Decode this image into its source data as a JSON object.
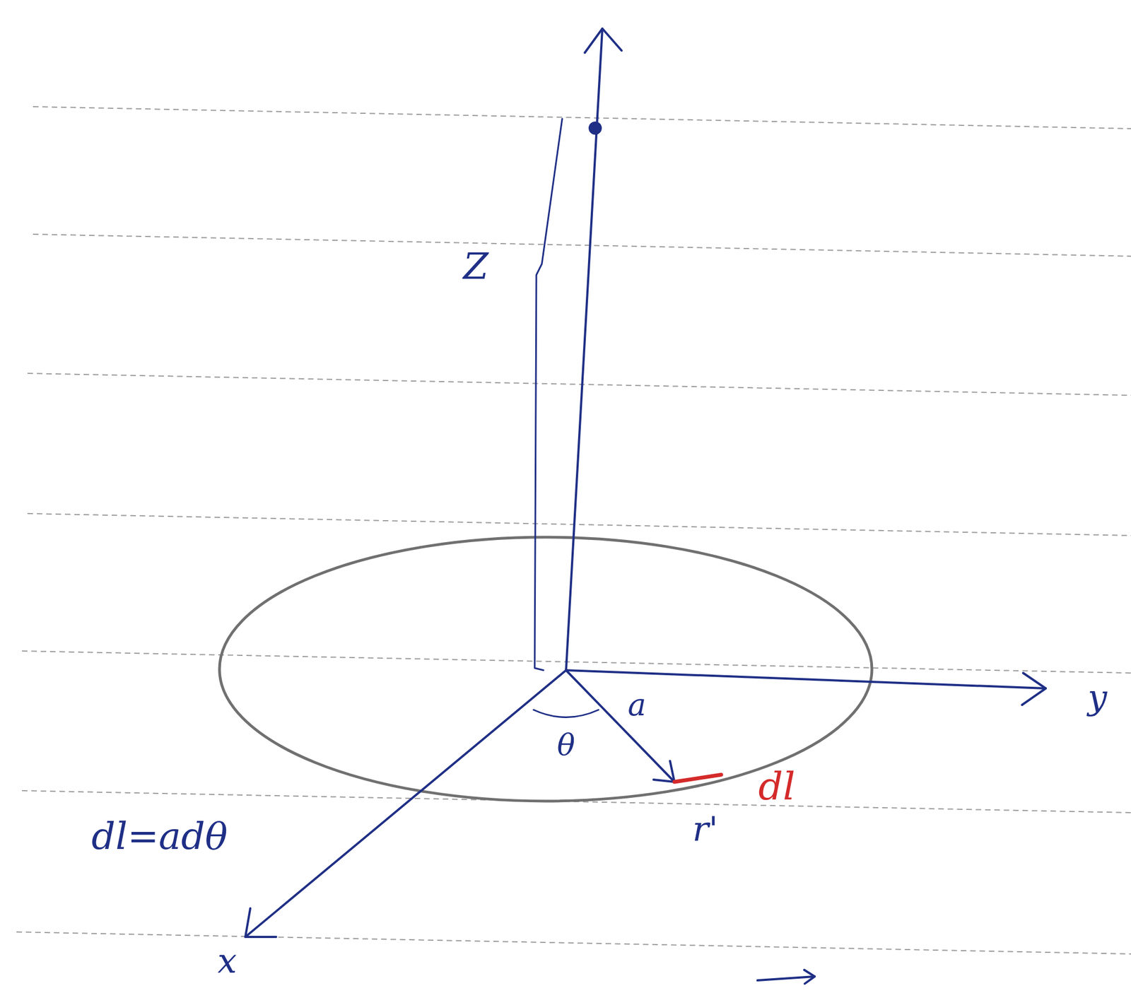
{
  "diagram": {
    "labels": [
      "Z",
      "a",
      "θ",
      "dl",
      "r'",
      "dl=adθ",
      "y",
      "x"
    ]
  }
}
